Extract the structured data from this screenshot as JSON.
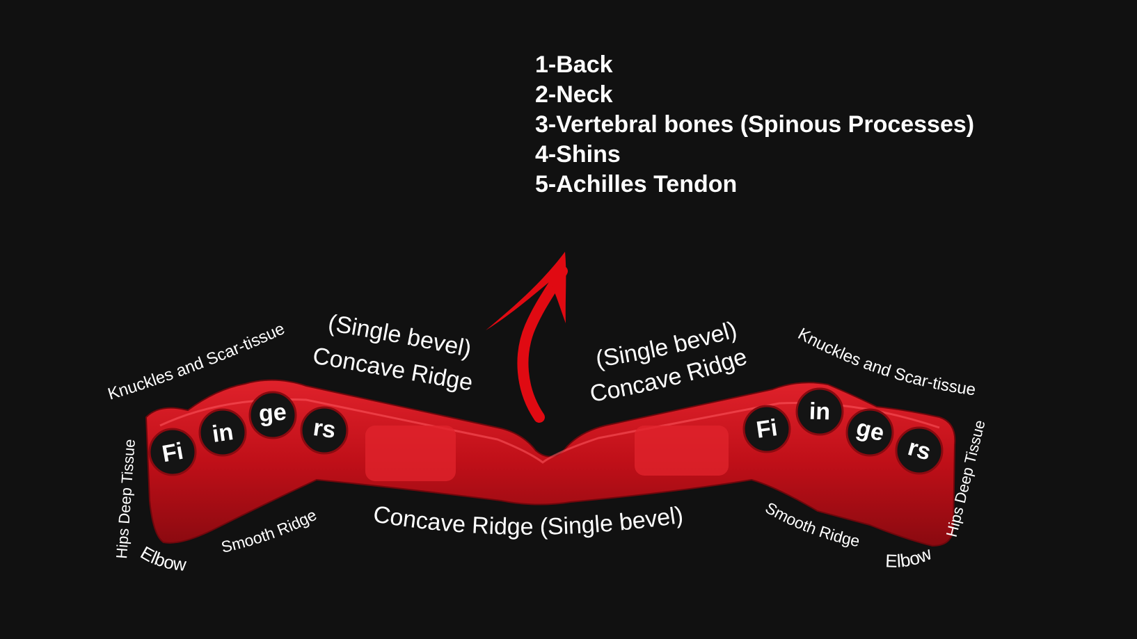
{
  "uses_list": [
    "1-Back",
    "2-Neck",
    "3-Vertebral bones (Spinous Processes)",
    "4-Shins",
    "5-Achilles Tendon"
  ],
  "labels": {
    "left_top_bevel": "(Single bevel)",
    "left_top_ridge": "Concave Ridge",
    "right_top_bevel": "(Single bevel)",
    "right_top_ridge": "Concave Ridge",
    "bottom_ridge": "Concave Ridge (Single bevel)",
    "left_knuckles": "Knuckles and Scar-tissue",
    "right_knuckles": "Knuckles and Scar-tissue",
    "left_hips": "Hips Deep Tissue",
    "right_hips": "Hips Deep Tissue",
    "left_elbow": "Elbow",
    "right_elbow": "Elbow",
    "left_smooth": "Smooth Ridge",
    "right_smooth": "Smooth Ridge"
  },
  "fingers_left": [
    "Fi",
    "in",
    "ge",
    "rs"
  ],
  "fingers_right": [
    "Fi",
    "in",
    "ge",
    "rs"
  ],
  "colors": {
    "background": "#111111",
    "tool_red": "#c4101a",
    "arrow_red": "#e00a12",
    "text": "#ffffff"
  }
}
